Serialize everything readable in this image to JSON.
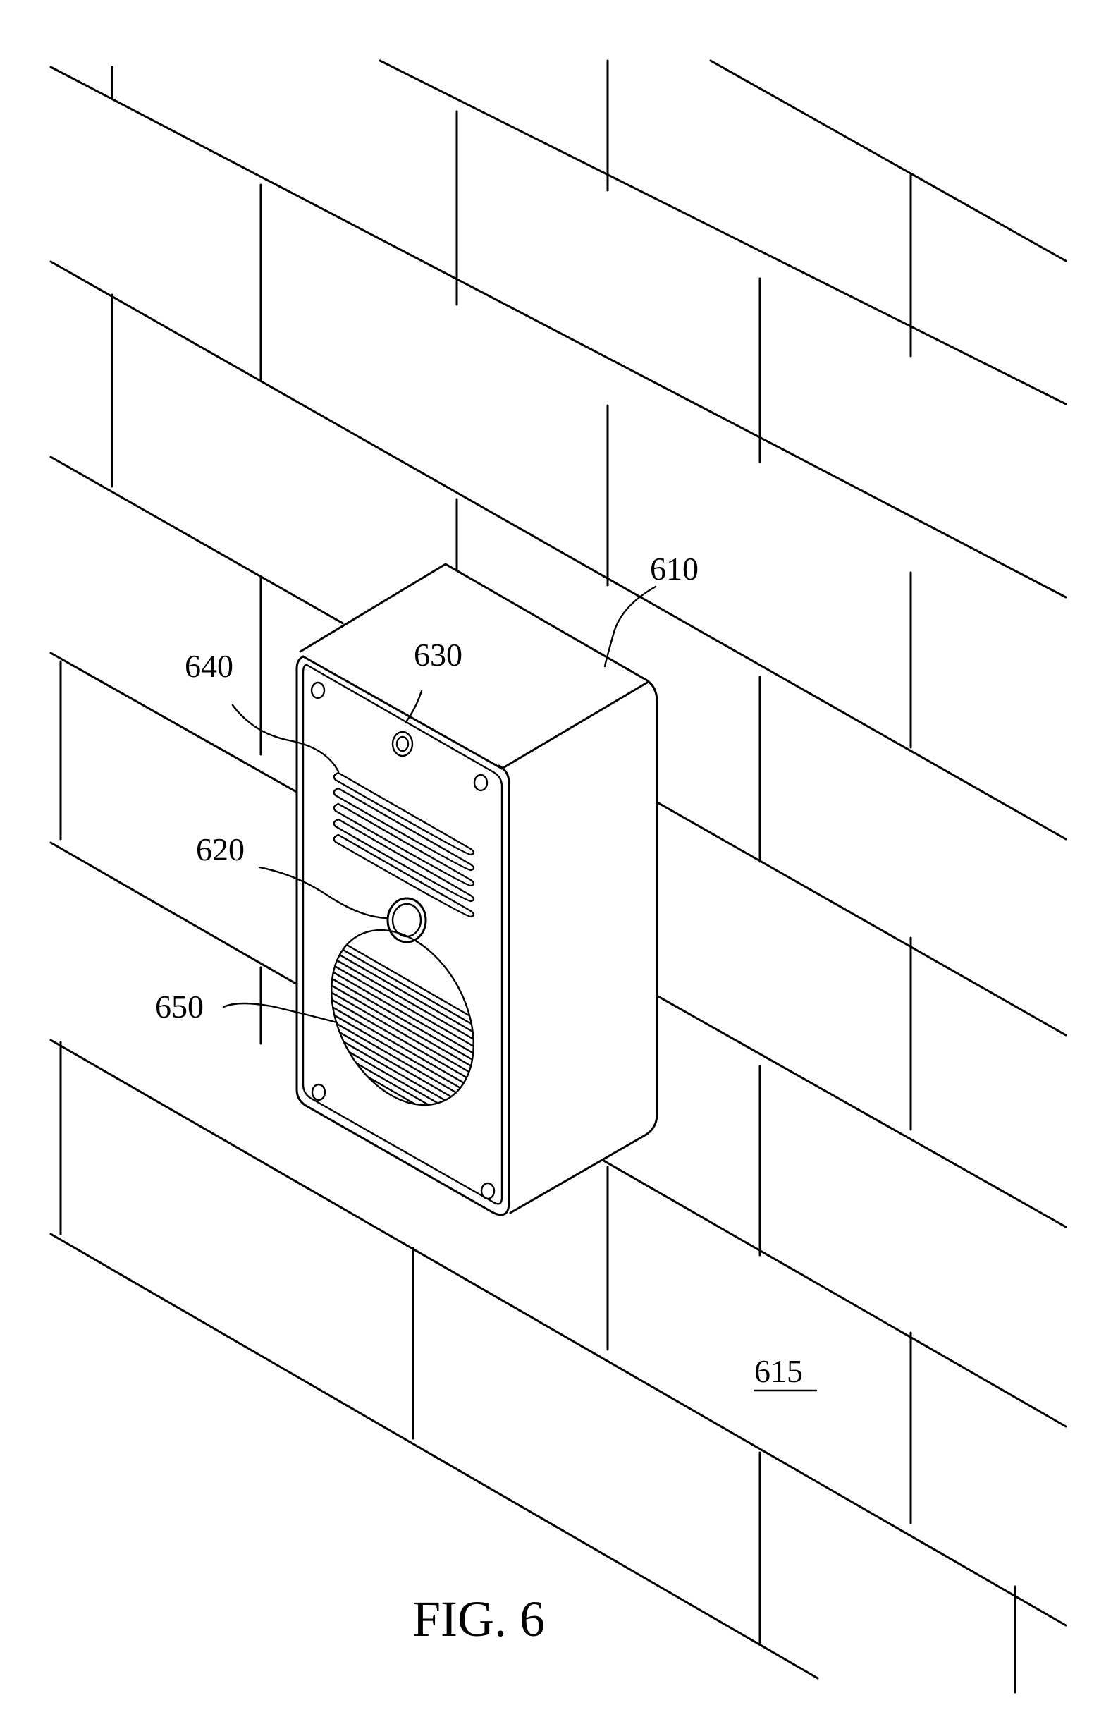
{
  "figure": {
    "caption": "FIG. 6",
    "labels": {
      "housing": "610",
      "wall": "615",
      "button": "620",
      "camera": "630",
      "upper_grille": "640",
      "speaker_grille": "650"
    }
  }
}
